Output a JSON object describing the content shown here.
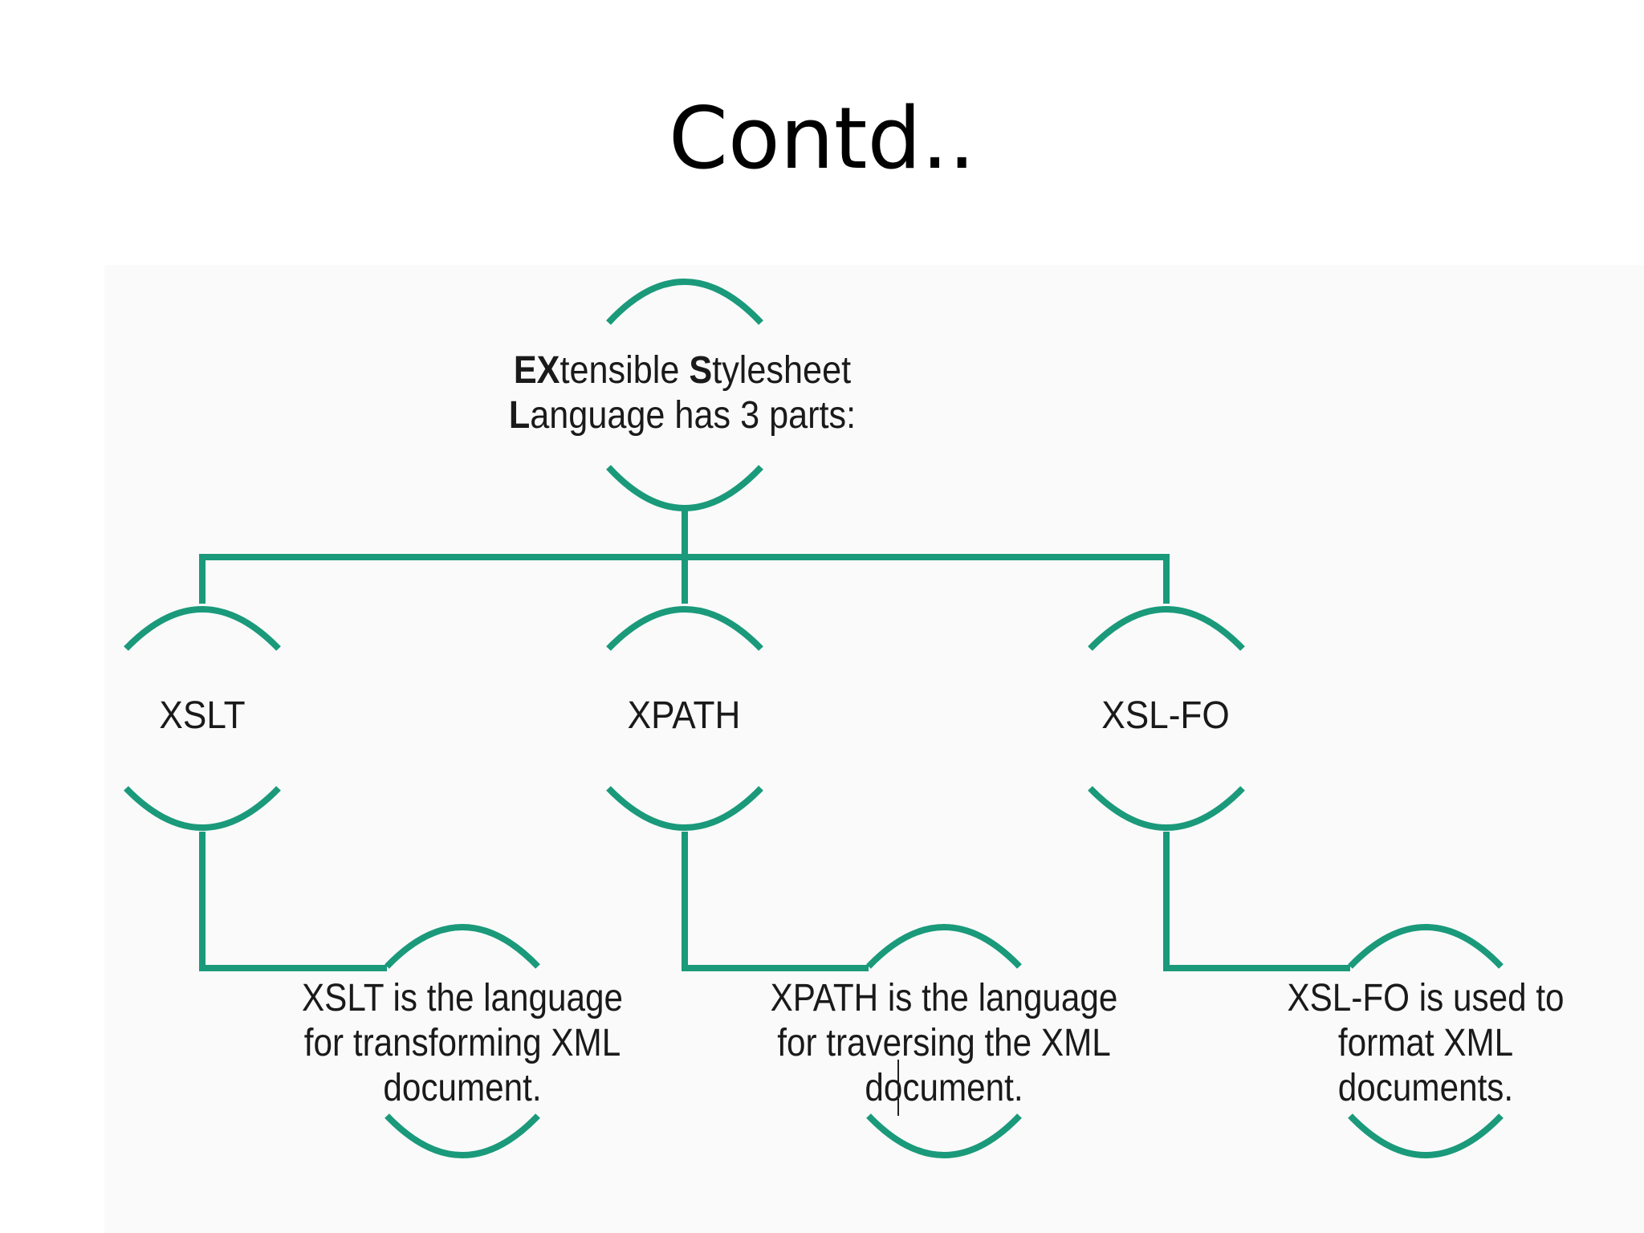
{
  "title": "Contd..",
  "colors": {
    "connector": "#1a9a7a",
    "text": "#1a1a1a",
    "title": "#000000"
  },
  "root": {
    "line1": {
      "a": "E",
      "b": "X",
      "c": "tensible ",
      "d": "S",
      "e": "tylesheet"
    },
    "line2": {
      "a": "L",
      "b": "anguage has 3 parts:"
    }
  },
  "parts": [
    {
      "label": "XSLT",
      "description": [
        "XSLT is the language",
        "for transforming XML",
        "document."
      ]
    },
    {
      "label": "XPATH",
      "description": [
        "XPATH is the language",
        "for traversing the XML",
        "document."
      ]
    },
    {
      "label": "XSL-FO",
      "description": [
        "XSL-FO  is used to",
        "format XML",
        "documents."
      ]
    }
  ]
}
